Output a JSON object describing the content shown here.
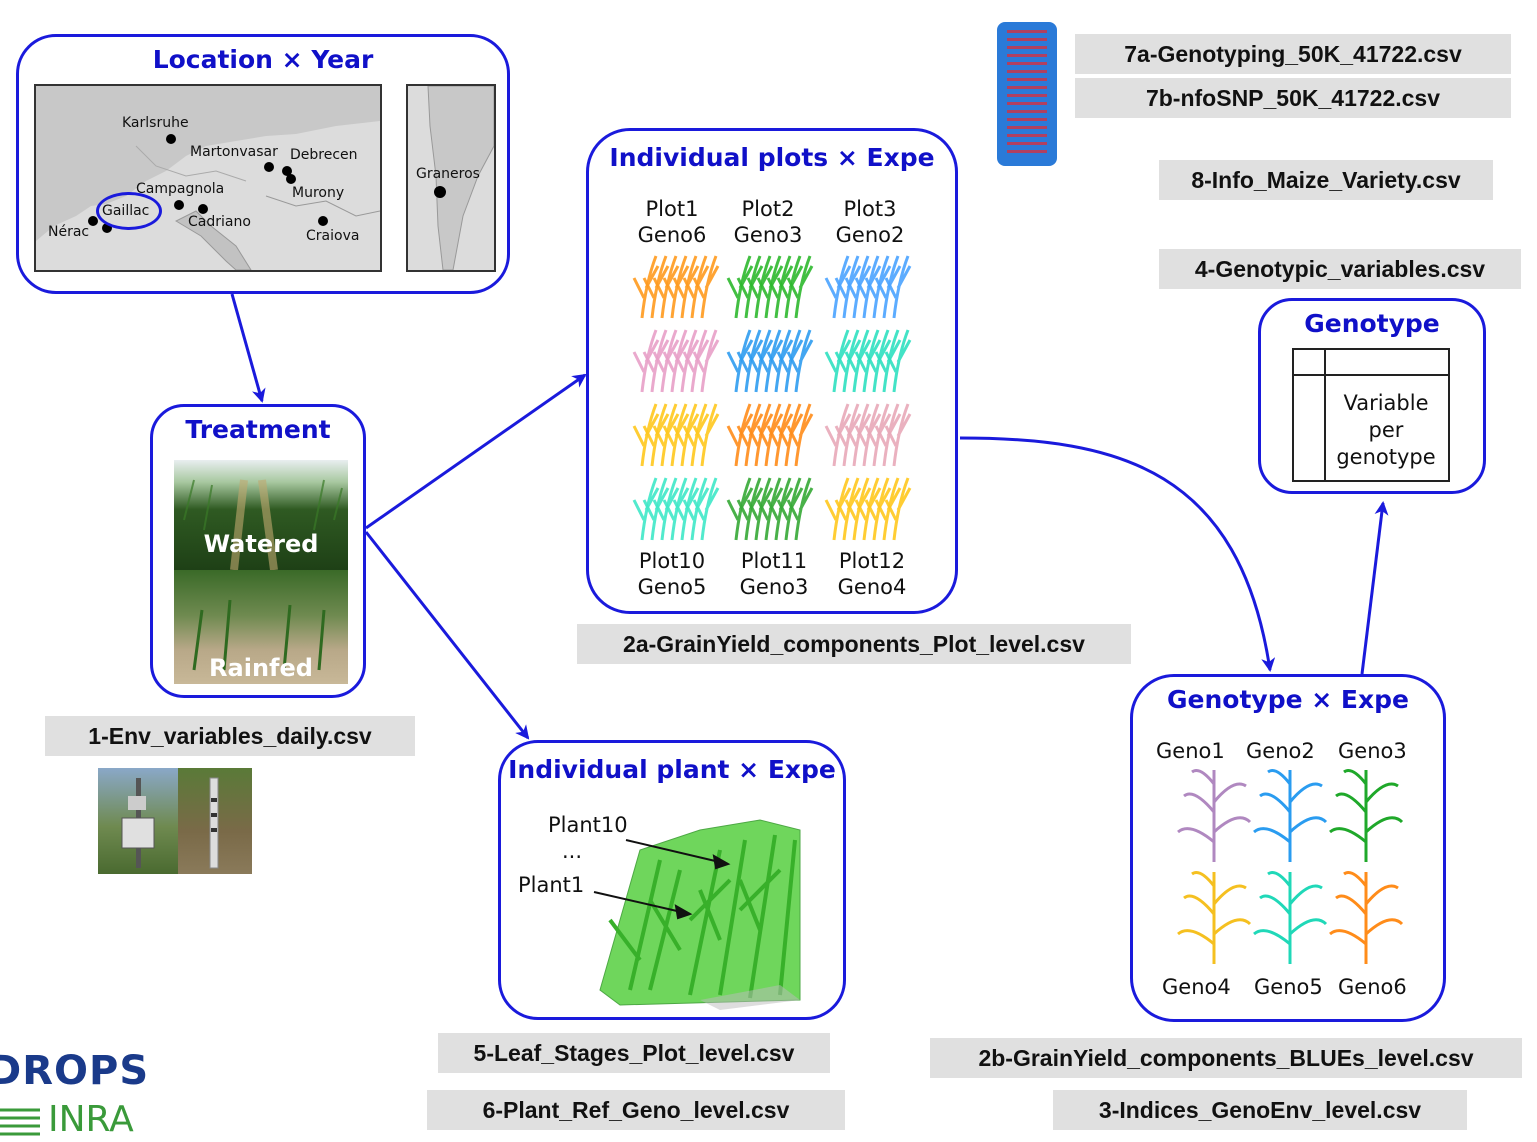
{
  "location_box": {
    "title": "Location × Year",
    "cities": [
      "Karlsruhe",
      "Martonvasar",
      "Debrecen",
      "Campagnola",
      "Murony",
      "Gaillac",
      "Cadriano",
      "Nérac",
      "Craiova"
    ],
    "south_america_city": "Graneros"
  },
  "treatment_box": {
    "title": "Treatment",
    "watered": "Watered",
    "rainfed": "Rainfed"
  },
  "plots_box": {
    "title": "Individual plots × Expe",
    "top_plots": [
      {
        "plot": "Plot1",
        "geno": "Geno6"
      },
      {
        "plot": "Plot2",
        "geno": "Geno3"
      },
      {
        "plot": "Plot3",
        "geno": "Geno2"
      }
    ],
    "bottom_plots": [
      {
        "plot": "Plot10",
        "geno": "Geno5"
      },
      {
        "plot": "Plot11",
        "geno": "Geno3"
      },
      {
        "plot": "Plot12",
        "geno": "Geno4"
      }
    ],
    "grid_colors": [
      [
        "#ff9a1e",
        "#2db82d",
        "#4aa3ff"
      ],
      [
        "#e8a0c8",
        "#2f9cf0",
        "#2fe0c0"
      ],
      [
        "#ffc81e",
        "#ff8c1a",
        "#e8a8b8"
      ],
      [
        "#3fe8c8",
        "#35a835",
        "#ffc81e"
      ]
    ]
  },
  "plant_box": {
    "title": "Individual plant × Expe",
    "plant_top": "Plant10",
    "ellipsis": "...",
    "plant_bottom": "Plant1"
  },
  "genotype_box": {
    "title": "Genotype",
    "table_text": [
      "Variable",
      "per",
      "genotype"
    ]
  },
  "geno_expe_box": {
    "title": "Genotype × Expe",
    "top_labels": [
      "Geno1",
      "Geno2",
      "Geno3"
    ],
    "bottom_labels": [
      "Geno4",
      "Geno5",
      "Geno6"
    ],
    "plant_colors": [
      "#b088c0",
      "#2a9cf0",
      "#1fa82a",
      "#f5c020",
      "#20d8b8",
      "#ff8c1a"
    ]
  },
  "files": {
    "f1": "1-Env_variables_daily.csv",
    "f2a": "2a-GrainYield_components_Plot_level.csv",
    "f2b": "2b-GrainYield_components_BLUEs_level.csv",
    "f3": "3-Indices_GenoEnv_level.csv",
    "f4": "4-Genotypic_variables.csv",
    "f5": "5-Leaf_Stages_Plot_level.csv",
    "f6": "6-Plant_Ref_Geno_level.csv",
    "f7a": "7a-Genotyping_50K_41722.csv",
    "f7b": "7b-nfoSNP_50K_41722.csv",
    "f8": "8-Info_Maize_Variety.csv"
  },
  "logos": {
    "drops": "DROPS",
    "inra": "INRA"
  },
  "colors": {
    "accent": "#1a1adc",
    "file_bg": "#e0e0e0"
  }
}
